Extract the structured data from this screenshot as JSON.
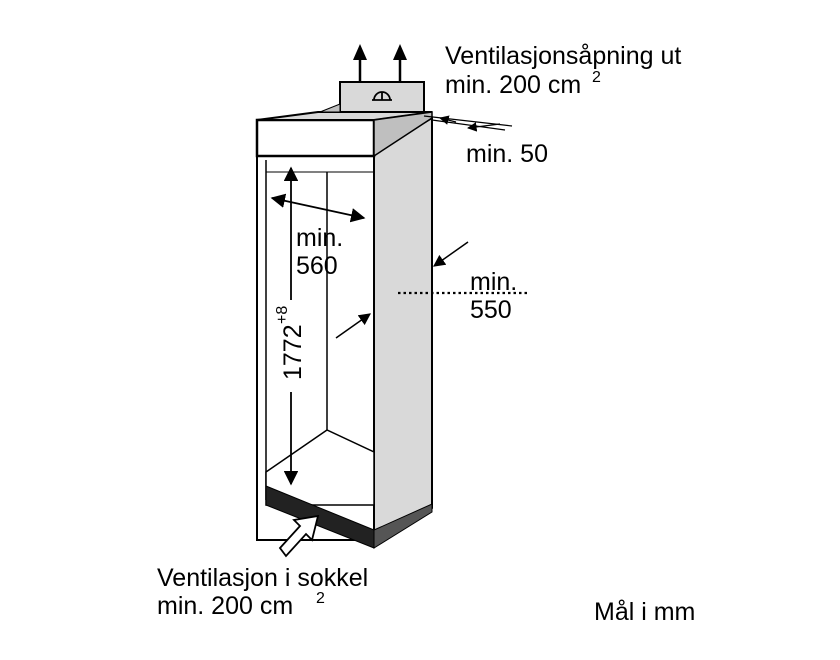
{
  "labels": {
    "vent_out_line1": "Ventilasjonsåpning ut",
    "vent_out_line2": "min. 200 cm",
    "vent_out_sup": "2",
    "min50": "min. 50",
    "width_min": "min.",
    "width_val": "560",
    "depth_min": "min.",
    "depth_val": "550",
    "height_val": "1772",
    "height_sup": "+8",
    "vent_in_line1": "Ventilasjon i sokkel",
    "vent_in_line2": "min. 200 cm",
    "vent_in_sup": "2",
    "units": "Mål i mm"
  },
  "colors": {
    "line": "#000000",
    "shade": "#d9d9d9",
    "plinth": "#222222"
  },
  "icons": {
    "vent_symbol": "fan-icon",
    "airflow": "arrow-icon"
  }
}
